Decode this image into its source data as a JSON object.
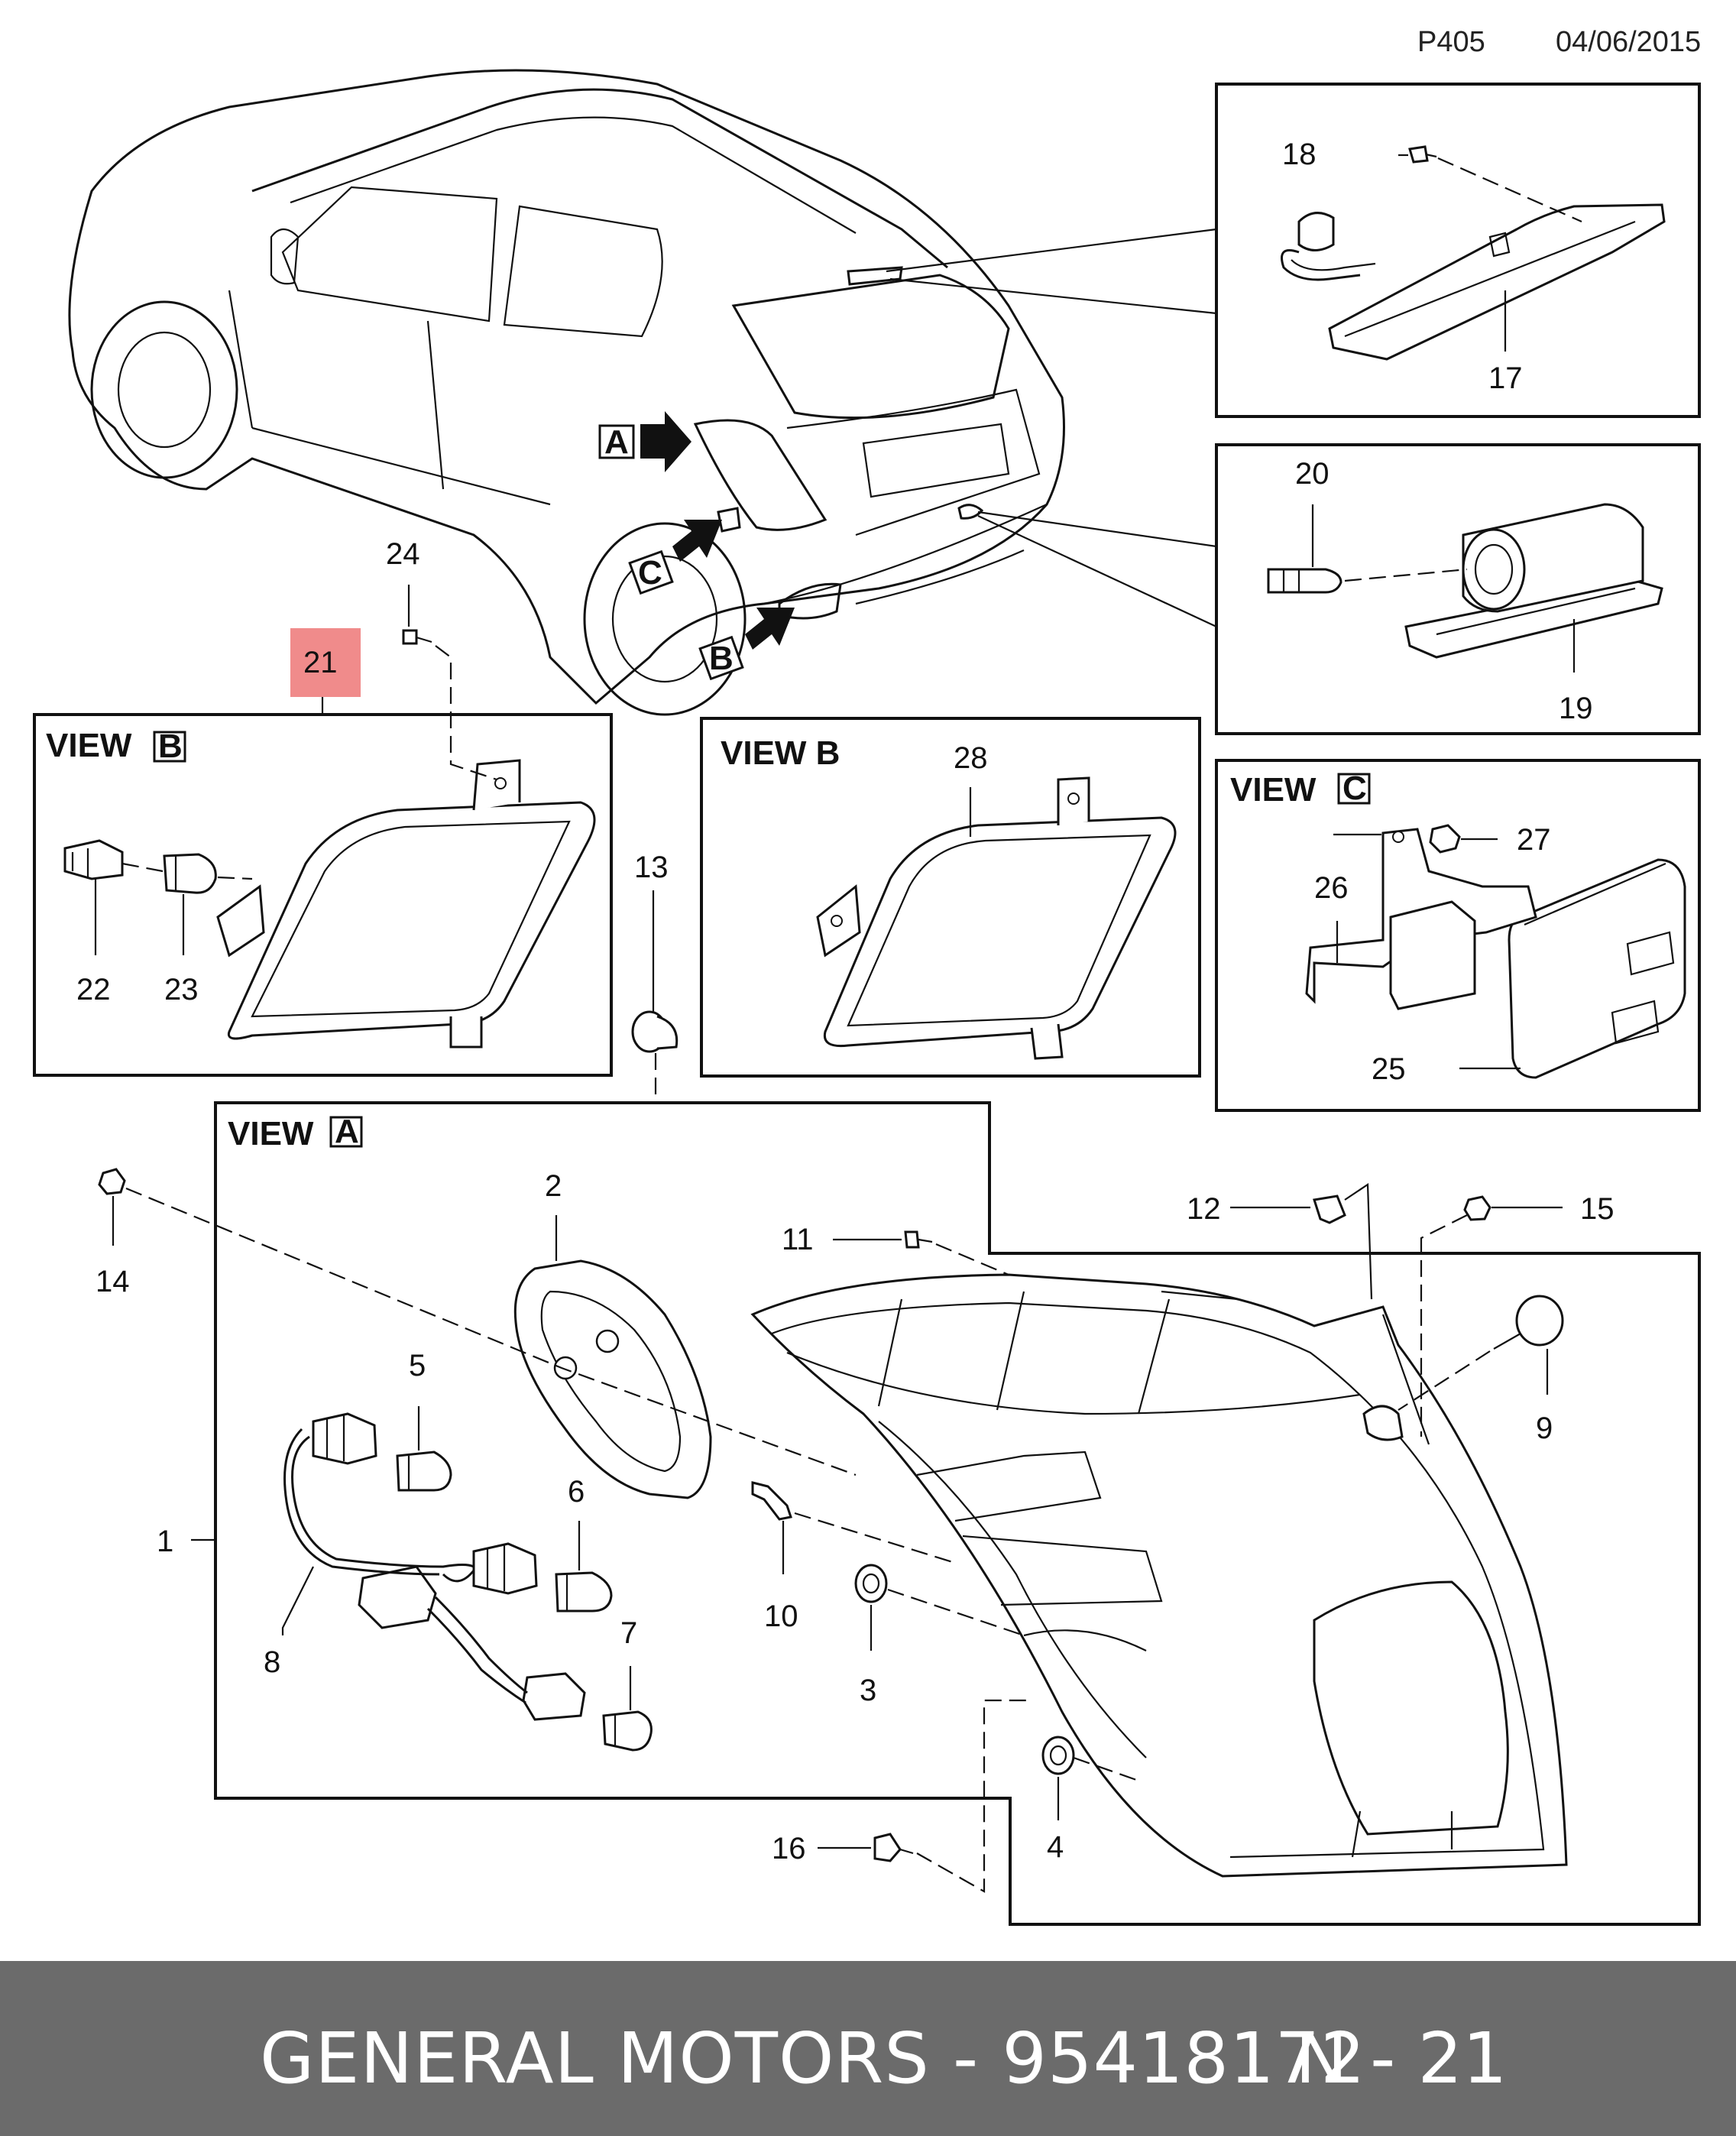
{
  "header": {
    "page_code": "P405",
    "date": "04/06/2015"
  },
  "views": {
    "view_b_left": {
      "label": "VIEW",
      "letter": "B"
    },
    "view_b_middle": {
      "label": "VIEW B"
    },
    "view_c": {
      "label": "VIEW",
      "letter": "C"
    },
    "view_a": {
      "label": "VIEW",
      "letter": "A"
    }
  },
  "callouts": {
    "a": "A",
    "b": "B",
    "c": "C"
  },
  "part_numbers": {
    "p1": "1",
    "p2": "2",
    "p3": "3",
    "p4": "4",
    "p5": "5",
    "p6": "6",
    "p7": "7",
    "p8": "8",
    "p9": "9",
    "p10": "10",
    "p11": "11",
    "p12": "12",
    "p13": "13",
    "p14": "14",
    "p15": "15",
    "p16": "16",
    "p17": "17",
    "p18": "18",
    "p19": "19",
    "p20": "20",
    "p21": "21",
    "p22": "22",
    "p23": "23",
    "p24": "24",
    "p25": "25",
    "p26": "26",
    "p27": "27",
    "p28": "28"
  },
  "highlight_color": "#f08b8b",
  "footer": {
    "brand_part": "GENERAL MOTORS - 95418172",
    "page": "N - 21"
  }
}
